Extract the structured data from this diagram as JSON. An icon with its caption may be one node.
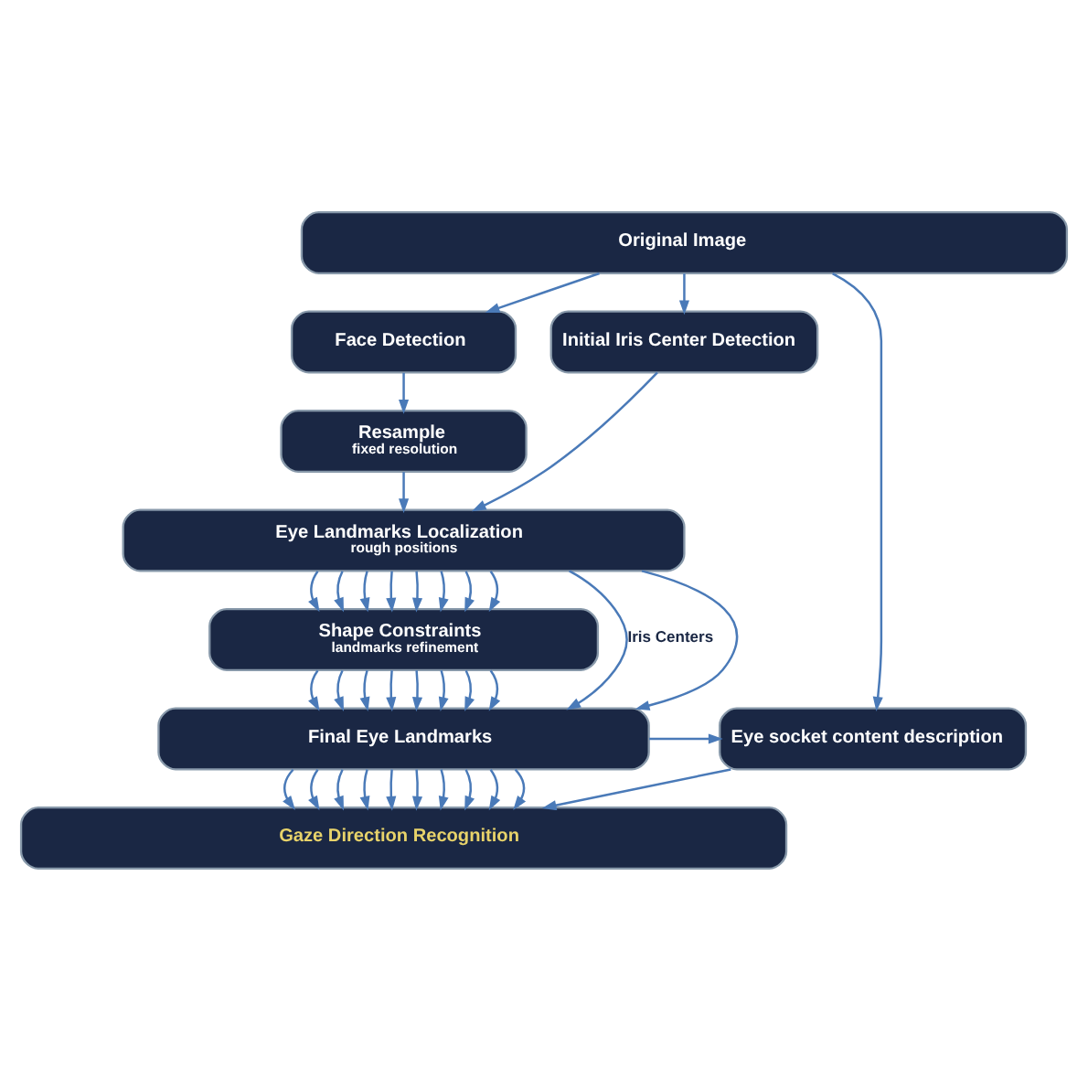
{
  "diagram": {
    "nodes": [
      {
        "text": [
          "Original Image"
        ]
      },
      {
        "text": [
          "Face Detection"
        ]
      },
      {
        "text": [
          "Initial Iris Center Detection"
        ]
      },
      {
        "text": [
          "Resample",
          "fixed resolution"
        ]
      },
      {
        "text": [
          "Eye Landmarks Localization",
          "rough positions"
        ]
      },
      {
        "text": [
          "Shape Constraints",
          "landmarks refinement"
        ]
      },
      {
        "text": [
          "Final Eye Landmarks"
        ]
      },
      {
        "text": [
          "Eye socket content description"
        ]
      },
      {
        "text": [
          "Gaze Direction Recognition"
        ]
      }
    ],
    "edges": [
      {
        "from": 0,
        "to": 1,
        "arrow": "to"
      },
      {
        "from": 0,
        "to": 2,
        "arrow": "to"
      },
      {
        "from": 0,
        "to": 7,
        "arrow": "to"
      },
      {
        "from": 1,
        "to": 3,
        "arrow": "to"
      },
      {
        "from": 3,
        "to": 4,
        "arrow": "to"
      },
      {
        "from": 2,
        "to": 4,
        "arrow": "to"
      },
      {
        "from": 4,
        "to": 5,
        "arrow": "to"
      },
      {
        "from": 4,
        "to": 5,
        "arrow": "to"
      },
      {
        "from": 4,
        "to": 5,
        "arrow": "to"
      },
      {
        "from": 4,
        "to": 5,
        "arrow": "to"
      },
      {
        "from": 4,
        "to": 5,
        "arrow": "to"
      },
      {
        "from": 4,
        "to": 5,
        "arrow": "to"
      },
      {
        "from": 4,
        "to": 5,
        "arrow": "to"
      },
      {
        "from": 4,
        "to": 5,
        "arrow": "to"
      },
      {
        "from": 4,
        "to": 6,
        "arrow": "to",
        "label": "Iris Centers"
      },
      {
        "from": 4,
        "to": 6,
        "arrow": "to"
      },
      {
        "from": 5,
        "to": 6,
        "arrow": "to"
      },
      {
        "from": 5,
        "to": 6,
        "arrow": "to"
      },
      {
        "from": 5,
        "to": 6,
        "arrow": "to"
      },
      {
        "from": 5,
        "to": 6,
        "arrow": "to"
      },
      {
        "from": 5,
        "to": 6,
        "arrow": "to"
      },
      {
        "from": 5,
        "to": 6,
        "arrow": "to"
      },
      {
        "from": 5,
        "to": 6,
        "arrow": "to"
      },
      {
        "from": 5,
        "to": 6,
        "arrow": "to"
      },
      {
        "from": 6,
        "to": 7,
        "arrow": "to"
      },
      {
        "from": 6,
        "to": 8,
        "arrow": "to"
      },
      {
        "from": 6,
        "to": 8,
        "arrow": "to"
      },
      {
        "from": 6,
        "to": 8,
        "arrow": "to"
      },
      {
        "from": 6,
        "to": 8,
        "arrow": "to"
      },
      {
        "from": 6,
        "to": 8,
        "arrow": "to"
      },
      {
        "from": 6,
        "to": 8,
        "arrow": "to"
      },
      {
        "from": 6,
        "to": 8,
        "arrow": "to"
      },
      {
        "from": 6,
        "to": 8,
        "arrow": "to"
      },
      {
        "from": 6,
        "to": 8,
        "arrow": "to"
      },
      {
        "from": 6,
        "to": 8,
        "arrow": "to"
      },
      {
        "from": 7,
        "to": 8,
        "arrow": "to"
      }
    ]
  }
}
